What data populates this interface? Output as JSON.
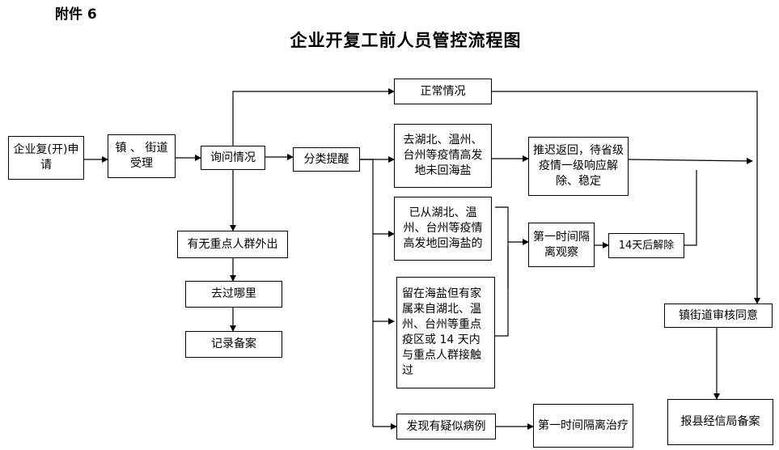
{
  "attachment": "附件 6",
  "title": "企业开复工前人员管控流程图",
  "nodes": {
    "apply": "企业复(开)申请",
    "accept": "镇 、 街道受理",
    "inquire": "询问情况",
    "classify": "分类提醒",
    "normal": "正常情况",
    "not_returned": "去湖北、温州、台州等疫情高发地未回海盐",
    "postpone": "推迟返回，待省级疫情一级响应解除、稳定",
    "returned": "已从湖北、温州、台州等疫情高发地回海盐的",
    "isolate_observe": "第一时间隔离观察",
    "release_14": "14天后解除",
    "in_haiyan": "留在海盐但有家属来自湖北、温州、台州等重点疫区或 14 天内与重点人群接触过",
    "key_people": "有无重点人群外出",
    "where_been": "去过哪里",
    "record": "记录备案",
    "suspected": "发现有疑似病例",
    "isolate_treat": "第一时间隔离治疗",
    "town_approve": "镇街道审核同意",
    "county_file": "报县经信局备案"
  }
}
